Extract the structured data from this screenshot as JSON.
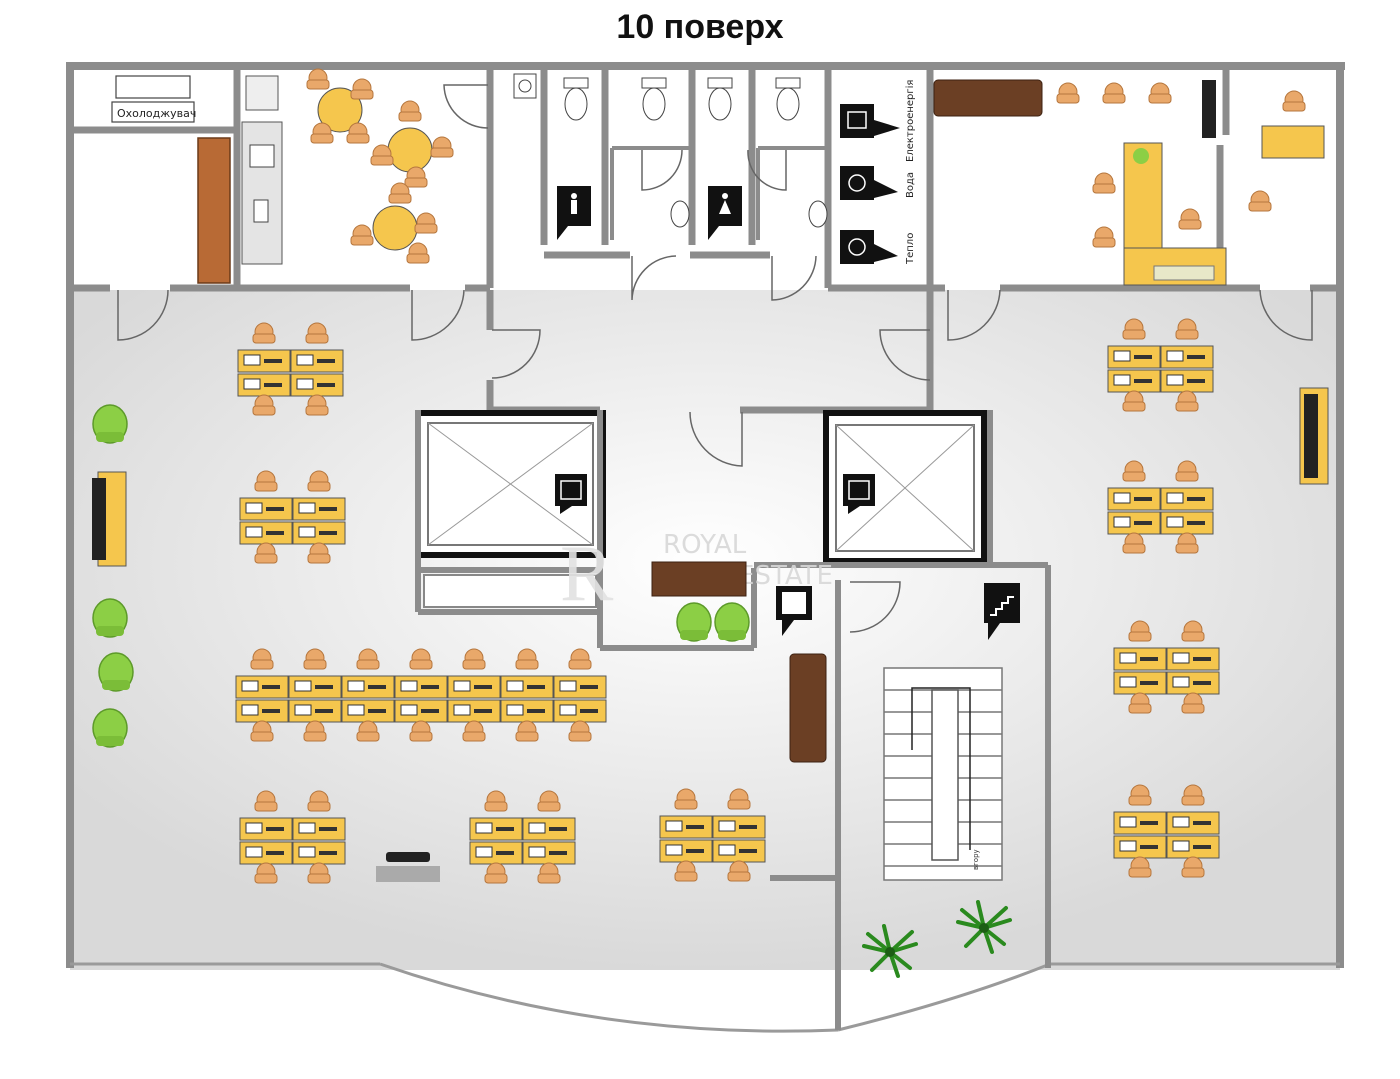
{
  "title": "10 поверх",
  "labels": {
    "fridge": "Охолоджувач",
    "electricity": "Електроенергія",
    "water": "Вода",
    "heat": "Тепло",
    "stairs_up": "вгору"
  },
  "watermark": {
    "line1": "ROYAL",
    "line2": "REAL ESTATE"
  },
  "colors": {
    "wall": "#8c8c8c",
    "desk": "#f5c64d",
    "chair": "#e9a86a",
    "sofa": "#6b3f24",
    "cabinet": "#b86a35",
    "plant": "#8ccf45",
    "sign": "#111111"
  },
  "icons": [
    "elevator-icon",
    "restroom-icon",
    "exit-icon",
    "stairs-icon",
    "electric-meter-icon",
    "water-meter-icon",
    "heat-meter-icon",
    "sink-icon",
    "toilet-icon",
    "tv-icon",
    "palm-plant-icon",
    "sofa-icon"
  ]
}
